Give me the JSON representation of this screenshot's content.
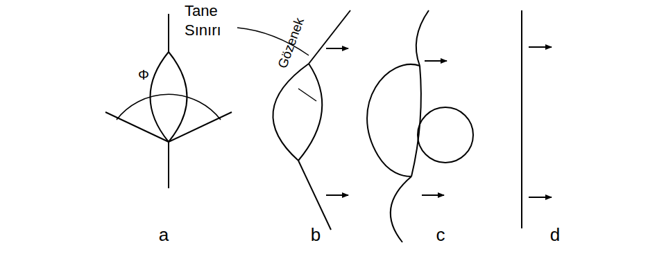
{
  "diagram": {
    "labels": [
      "Tane Sınırı",
      "Gözenek",
      "Φ",
      "a",
      "b",
      "c",
      "d"
    ]
  }
}
